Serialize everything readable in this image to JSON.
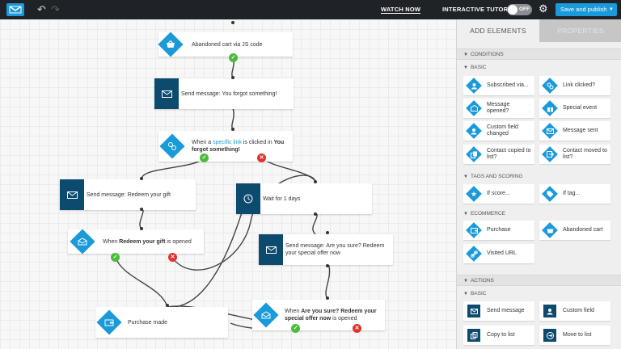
{
  "topbar": {
    "watch_now": "WATCH NOW",
    "interactive_tutorial": "INTERACTIVE TUTORIAL",
    "toggle_state": "OFF",
    "save_publish": "Save and publish",
    "icons": {
      "logo": "envelope-logo-icon",
      "undo": "undo-icon",
      "redo": "redo-icon",
      "settings": "gear-icon",
      "dropdown": "caret-down-icon"
    }
  },
  "canvas": {
    "nodes": {
      "abandoned_cart": "Abandoned cart via JS code",
      "send_forgot": "Send message: You forgot something!",
      "when_link_pre": "When a ",
      "when_link_link": "specific link",
      "when_link_mid": " is clicked in ",
      "when_link_bold": "You forgot something!",
      "send_redeem": "Send message: Redeem your gift",
      "wait": "Wait for 1 days",
      "when_redeem_pre": "When ",
      "when_redeem_bold": "Redeem your gift",
      "when_redeem_post": " is opened",
      "send_sure": "Send message: Are you sure? Redeem your special offer now",
      "purchase": "Purchase made",
      "when_sure_pre": "When ",
      "when_sure_bold": "Are you sure? Redeem your special offer now",
      "when_sure_post": " is opened"
    },
    "badge_yes": "✓",
    "badge_no": "✕",
    "colors": {
      "accent": "#1a9ad9",
      "dark": "#0c4a6e",
      "yes": "#4cbb3c",
      "no": "#e0332e"
    }
  },
  "panel": {
    "tab_add": "ADD ELEMENTS",
    "tab_properties": "PROPERTIES",
    "conditions": "CONDITIONS",
    "basic": "BASIC",
    "tags_scoring": "TAGS AND SCORING",
    "ecommerce": "ECOMMERCE",
    "actions": "ACTIONS",
    "actions_basic": "BASIC",
    "cards": {
      "subscribed": "Subscribed via...",
      "link_clicked": "Link clicked?",
      "message_opened": "Message opened?",
      "special_event": "Special event",
      "custom_field_changed": "Custom field changed",
      "message_sent": "Message sent",
      "contact_copied": "Contact copied to list?",
      "contact_moved": "Contact moved to list?",
      "if_score": "If score...",
      "if_tag": "If tag...",
      "purchase": "Purchase",
      "abandoned_cart": "Abandoned cart",
      "visited_url": "Visited URL",
      "send_message": "Send message",
      "custom_field": "Custom field",
      "copy_to_list": "Copy to list",
      "move_to_list": "Move to list"
    }
  }
}
